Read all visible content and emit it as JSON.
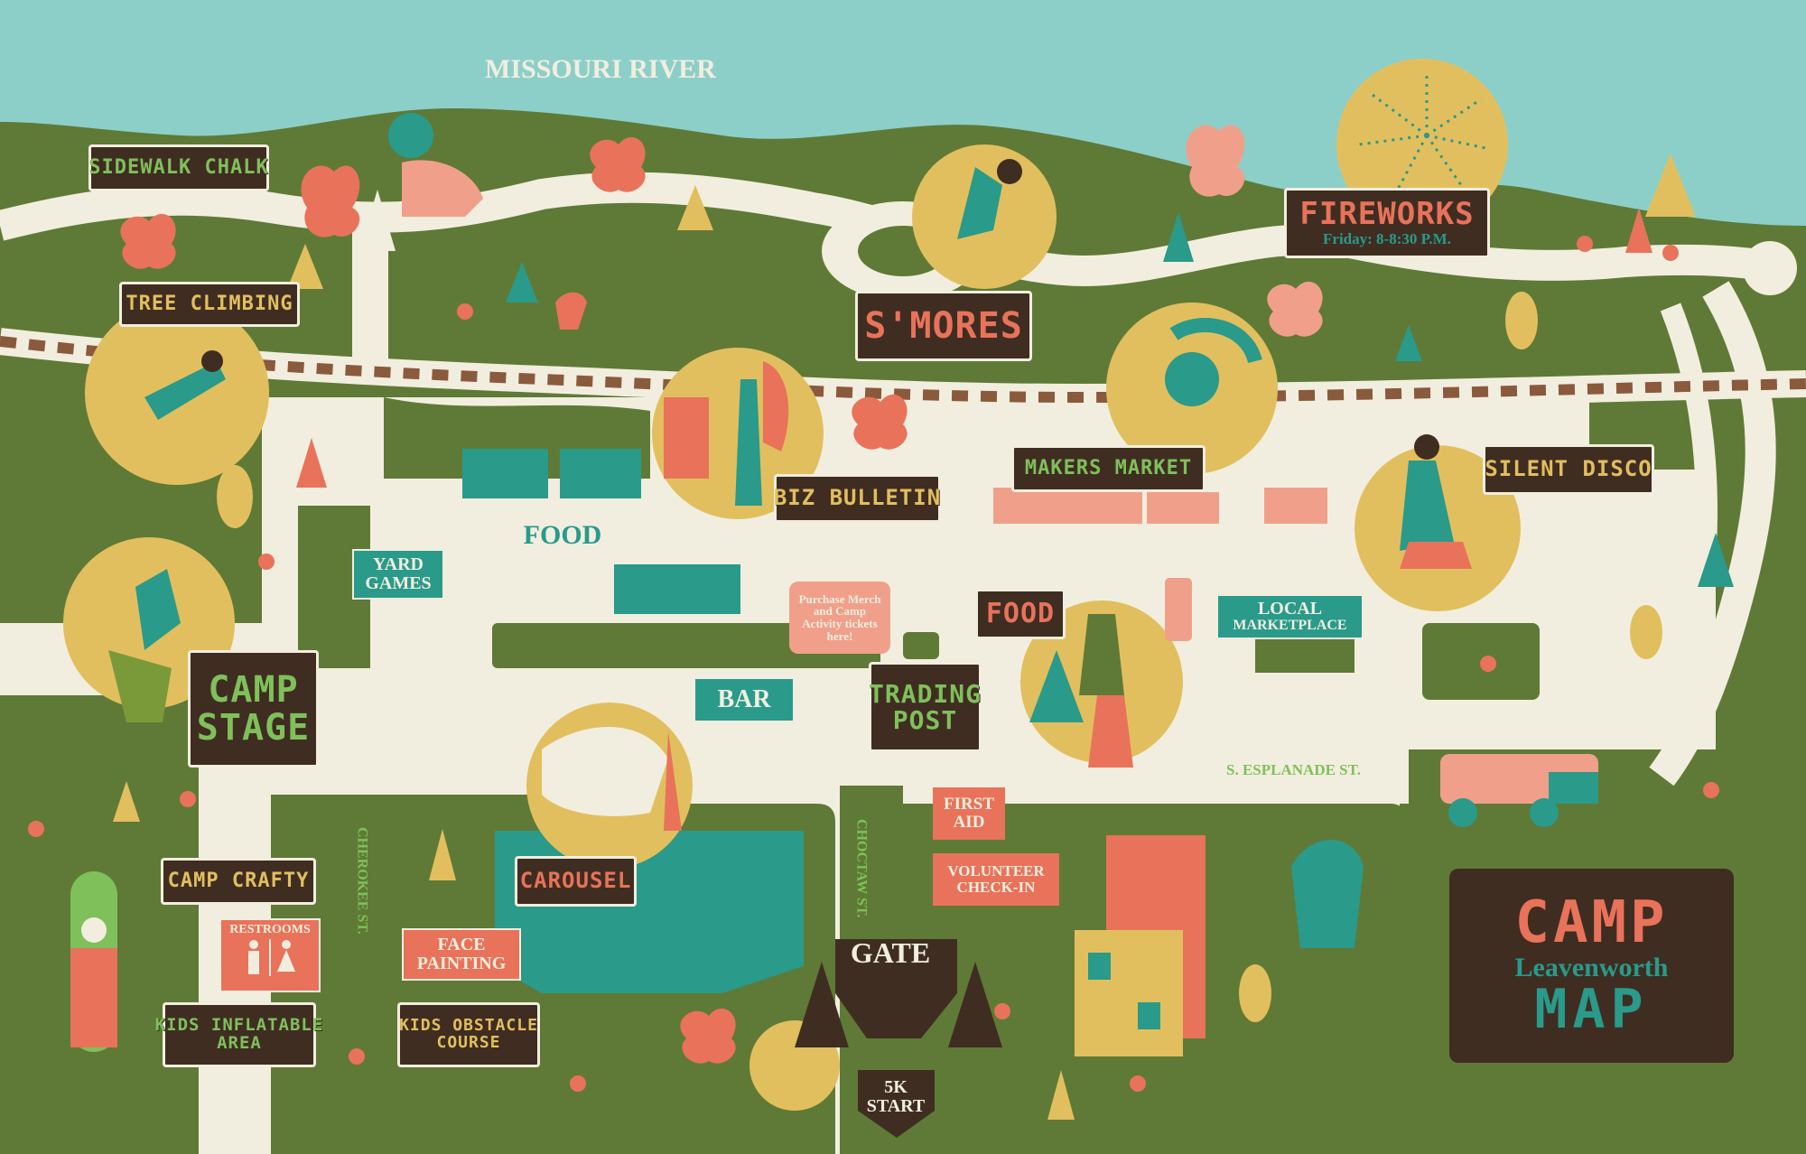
{
  "colors": {
    "river": "#8ccfc8",
    "land": "#5f7a36",
    "path": "#f2eedf",
    "sign_bg": "#3f2d22",
    "teal": "#2a9a8a",
    "salmon": "#e8735a",
    "mustard": "#e2bf5e",
    "pink": "#f0a08a",
    "green_text": "#7fc05a"
  },
  "places": {
    "river": "MISSOURI RIVER",
    "sidewalk_chalk": "SIDEWALK CHALK",
    "tree_climbing": "TREE CLIMBING",
    "smores": "S'MORES",
    "fireworks": "FIREWORKS",
    "fireworks_time": "Friday: 8-8:30 P.M.",
    "biz_bulletin": "BIZ BULLETIN",
    "makers_market": "MAKERS MARKET",
    "silent_disco": "SILENT DISCO",
    "food_area": "FOOD",
    "yard_games": "YARD GAMES",
    "food_sign": "FOOD",
    "purchase_note": "Purchase Merch and Camp Activity tickets here!",
    "local_marketplace_1": "LOCAL",
    "local_marketplace_2": "MARKETPLACE",
    "camp_stage_1": "CAMP",
    "camp_stage_2": "STAGE",
    "bar": "BAR",
    "trading_post_1": "TRADING",
    "trading_post_2": "POST",
    "esplanade": "S. ESPLANADE ST.",
    "cherokee": "CHEROKEE ST.",
    "choctaw": "CHOCTAW ST.",
    "first_aid": "FIRST AID",
    "volunteer": "VOLUNTEER CHECK-IN",
    "carousel": "CAROUSEL",
    "camp_crafty": "CAMP CRAFTY",
    "restrooms": "RESTROOMS",
    "face_painting": "FACE PAINTING",
    "gate": "GATE",
    "kids_inflatable_1": "KIDS INFLATABLE",
    "kids_inflatable_2": "AREA",
    "kids_obstacle_1": "KIDS OBSTACLE",
    "kids_obstacle_2": "COURSE",
    "fivek": "5K START",
    "title_camp": "CAMP",
    "title_leavenworth": "Leavenworth",
    "title_map": "MAP"
  }
}
